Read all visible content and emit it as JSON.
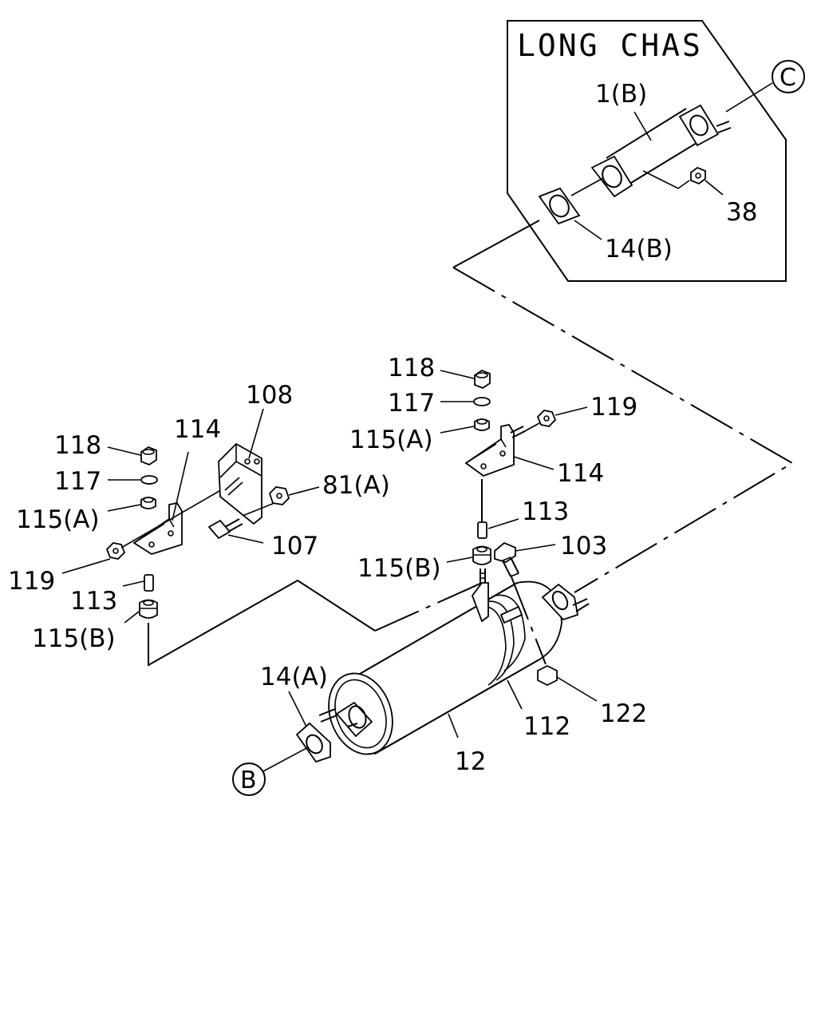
{
  "inset": {
    "title": "LONG CHAS"
  },
  "refs": {
    "c": "C",
    "b": "B"
  },
  "labels": {
    "p1b": "1(B)",
    "p38": "38",
    "p14b": "14(B)",
    "p118a": "118",
    "p117a": "117",
    "p115aa": "115(A)",
    "p119a": "119",
    "p114a": "114",
    "p108": "108",
    "p81a": "81(A)",
    "p107": "107",
    "p113a": "113",
    "p115ba": "115(B)",
    "p119b": "119",
    "p118b": "118",
    "p117b": "117",
    "p115ab": "115(A)",
    "p114b": "114",
    "p113b": "113",
    "p103": "103",
    "p115bb": "115(B)",
    "p14a": "14(A)",
    "p12": "12",
    "p112": "112",
    "p122": "122"
  }
}
